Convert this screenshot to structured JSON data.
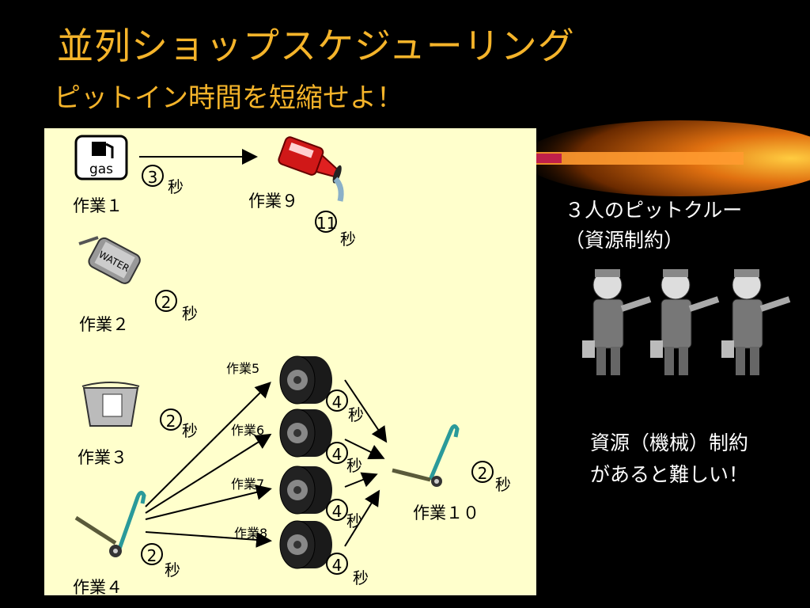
{
  "title": "並列ショップスケジューリング",
  "subtitle": "ピットイン時間を短縮せよ！",
  "unit": "秒",
  "tasks": [
    {
      "label": "作業１",
      "time": "3"
    },
    {
      "label": "作業２",
      "time": "2"
    },
    {
      "label": "作業３",
      "time": "2"
    },
    {
      "label": "作業４",
      "time": "2"
    },
    {
      "label": "作業5",
      "time": "4"
    },
    {
      "label": "作業6",
      "time": "4"
    },
    {
      "label": "作業7",
      "time": "4"
    },
    {
      "label": "作業8",
      "time": "4"
    },
    {
      "label": "作業９",
      "time": "11"
    },
    {
      "label": "作業１０",
      "time": "2"
    }
  ],
  "icons": {
    "gas_text": "gas",
    "water_text": "WATER"
  },
  "crew": {
    "title_line1": "３人のピットクルー",
    "title_line2": "（資源制約）"
  },
  "note": {
    "line1": "資源（機械）制約",
    "line2": "があると難しい！"
  },
  "colors": {
    "title": "#f5b42a",
    "panel": "#ffffcc",
    "glow": "#f09020"
  }
}
